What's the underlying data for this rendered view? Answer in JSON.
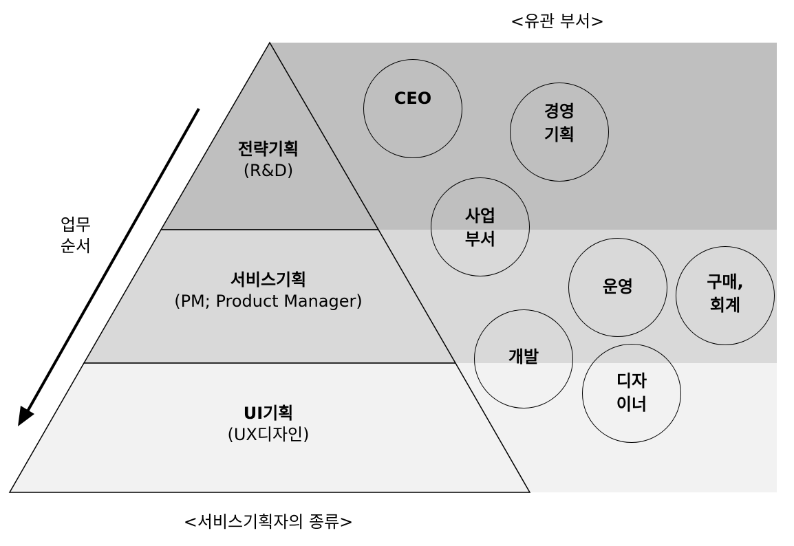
{
  "titles": {
    "departments": "<유관 부서>",
    "planner_types": "<서비스기획자의 종류>"
  },
  "work_order": {
    "label": "업무\n순서"
  },
  "pyramid": {
    "tiers": [
      {
        "name": "전략기획",
        "sub": "(R&D)",
        "color": "#bfbfbf"
      },
      {
        "name": "서비스기획",
        "sub": "(PM; Product Manager)",
        "color": "#d9d9d9"
      },
      {
        "name": "UI기획",
        "sub": "(UX디자인)",
        "color": "#f2f2f2"
      }
    ]
  },
  "departments": [
    {
      "key": "ceo",
      "label": "CEO"
    },
    {
      "key": "plan",
      "label": "경영\n기획"
    },
    {
      "key": "biz",
      "label": "사업\n부서"
    },
    {
      "key": "ops",
      "label": "운영"
    },
    {
      "key": "purchase",
      "label": "구매,\n회계"
    },
    {
      "key": "dev",
      "label": "개발"
    },
    {
      "key": "design",
      "label": "디자\n이너"
    }
  ],
  "colors": {
    "band_top": "#bfbfbf",
    "band_mid": "#d9d9d9",
    "band_bottom": "#f2f2f2",
    "outline": "#000000"
  }
}
